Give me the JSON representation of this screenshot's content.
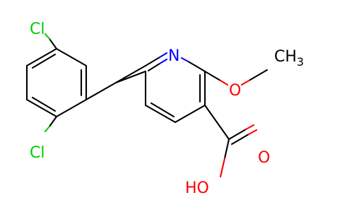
{
  "molecule": {
    "atoms": {
      "cl_top": "Cl",
      "cl_bottom": "Cl",
      "n_ring": "N",
      "o_methoxy": "O",
      "ch3_base": "CH",
      "ch3_sub": "3",
      "o_carbonyl": "O",
      "oh": "HO"
    },
    "colors": {
      "carbon_bond": "#000000",
      "chlorine": "#00cc00",
      "nitrogen": "#0000ff",
      "oxygen": "#ff0000"
    }
  }
}
